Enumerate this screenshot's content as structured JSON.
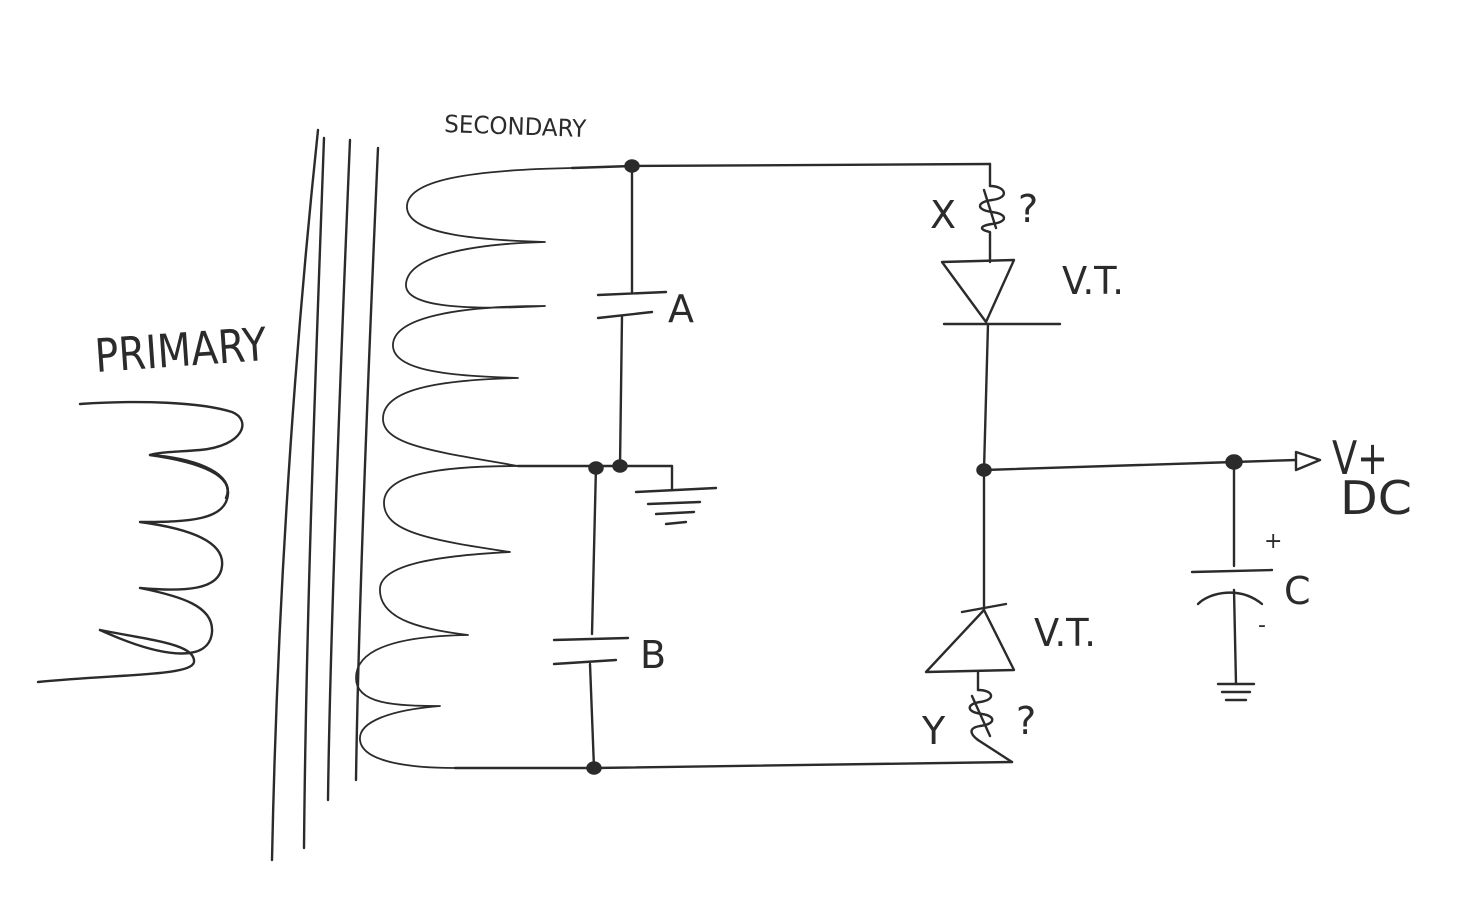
{
  "diagram": {
    "ink_color": "#2b2b2b",
    "background_color": "#ffffff",
    "labels": {
      "primary": "PRIMARY",
      "secondary": "SECONDARY",
      "cap_a": "A",
      "cap_b": "B",
      "cap_c": "C",
      "inductor_x": "X",
      "inductor_y": "Y",
      "question_x": "?",
      "question_y": "?",
      "diode_top": "V.T.",
      "diode_bottom": "V.T.",
      "output_v": "V+",
      "output_dc": "DC",
      "cap_c_plus": "+",
      "cap_c_minus": "-"
    }
  }
}
